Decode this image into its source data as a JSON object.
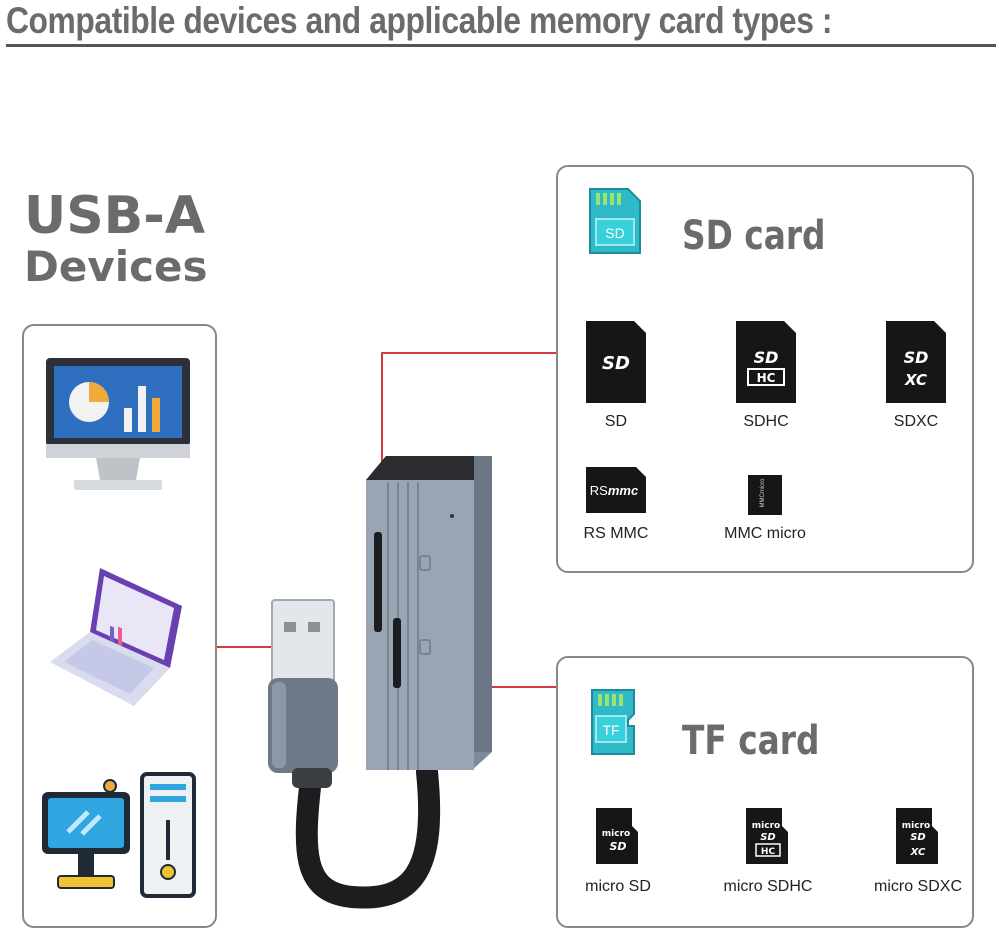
{
  "header": {
    "title": "Compatible devices and applicable memory card types :"
  },
  "usb": {
    "line1": "USB-A",
    "line2": "Devices"
  },
  "sd_section": {
    "title": "SD card",
    "icon_text": "SD",
    "cards": [
      {
        "label": "SD",
        "mark": "SD"
      },
      {
        "label": "SDHC",
        "mark": "SD HC"
      },
      {
        "label": "SDXC",
        "mark": "SD XC"
      },
      {
        "label": "RS MMC",
        "mark": "RSmmc"
      },
      {
        "label": "MMC micro",
        "mark": "MMCmicro"
      }
    ]
  },
  "tf_section": {
    "title": "TF card",
    "icon_text": "TF",
    "cards": [
      {
        "label": "micro SD",
        "mark": "micro SD"
      },
      {
        "label": "micro SDHC",
        "mark": "micro SD HC"
      },
      {
        "label": "micro SDXC",
        "mark": "micro SD XC"
      }
    ]
  },
  "colors": {
    "accent_line": "#d23b3b",
    "heading_gray": "#6b6b6b",
    "icon_teal": "#2fb9c9"
  }
}
